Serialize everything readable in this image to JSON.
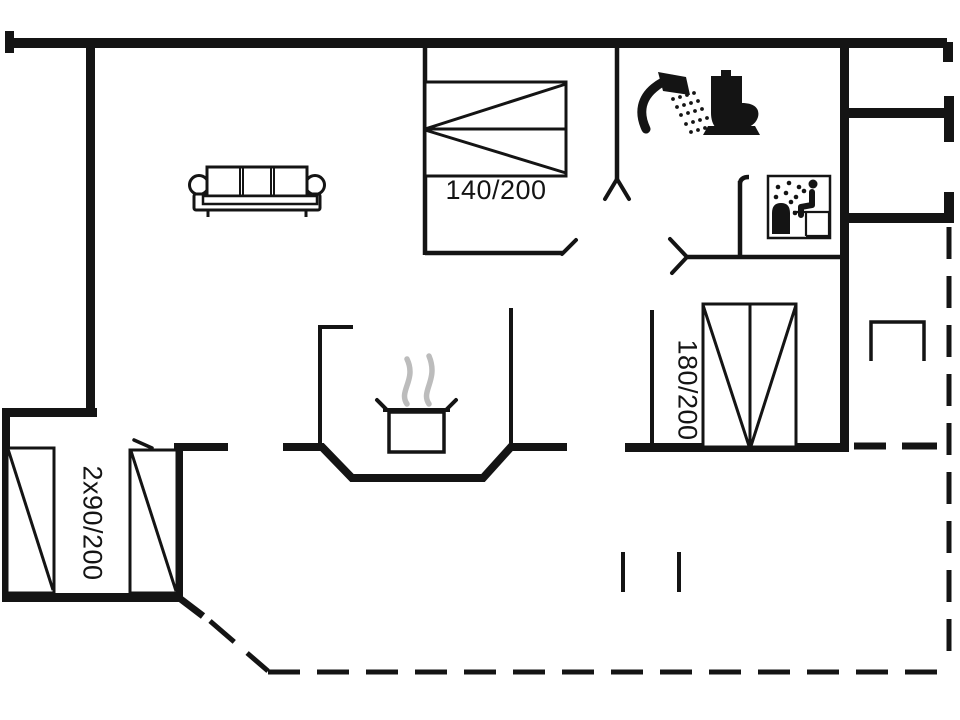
{
  "type": "floor-plan",
  "colors": {
    "ink": "#141414",
    "background": "#ffffff",
    "steam": "#bcbcbc"
  },
  "labels": {
    "bed_double": "140/200",
    "bed_right": "180/200",
    "bed_twin": "2x90/200"
  },
  "icons": {
    "sofa-icon": "three-seat sofa in living room",
    "double-bed-140-icon": "double bed 140/200",
    "double-bed-180-icon": "double bed 180/200",
    "single-bed-icons": "two single beds 2x90/200",
    "stove-pot-icon": "cooking pot with steam (kitchen)",
    "shower-icon": "shower head with spray",
    "toilet-icon": "toilet",
    "sauna-icon": "sauna pictogram (stove, steam, seated person)",
    "terrace-table-icon": "table/step symbol on terrace",
    "dashed-boundary": "open terrace boundary"
  }
}
